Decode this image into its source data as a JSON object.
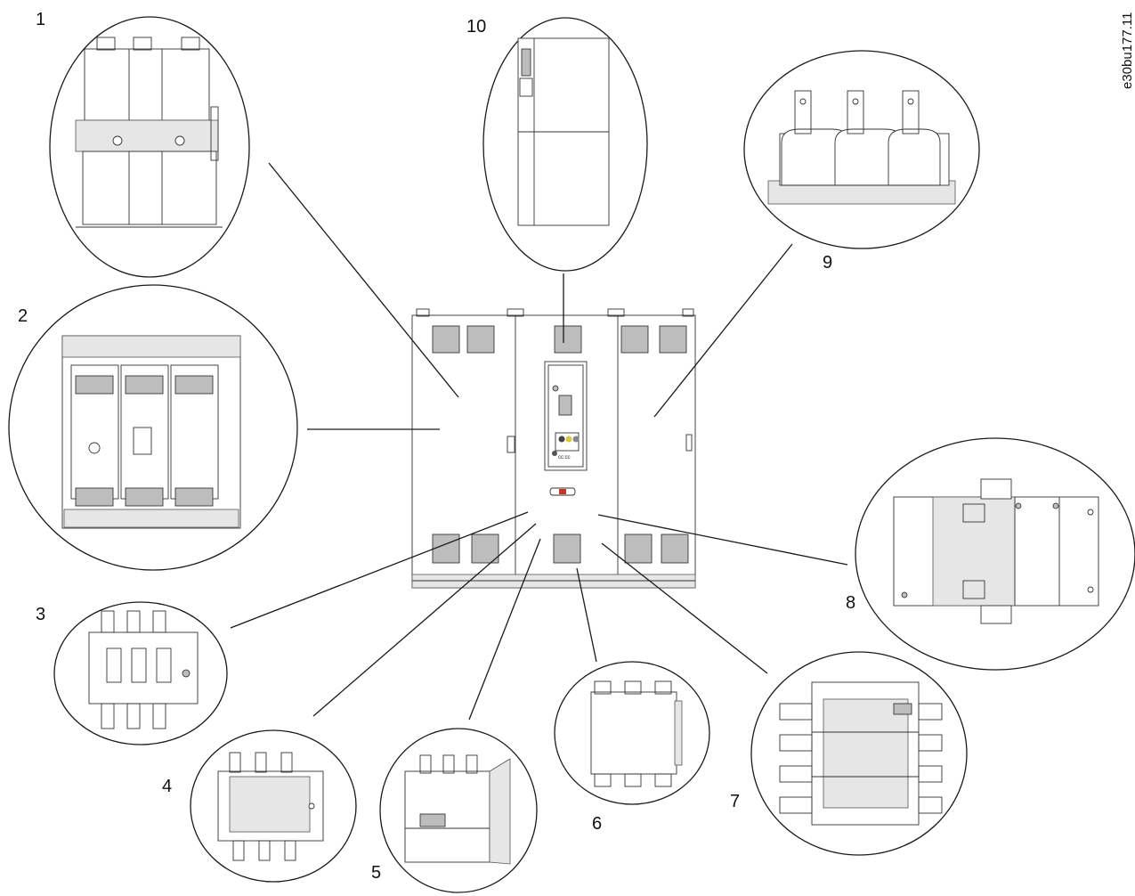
{
  "drawing_code": "e30bu177.11",
  "callouts": [
    {
      "id": 1,
      "label": "1"
    },
    {
      "id": 2,
      "label": "2"
    },
    {
      "id": 3,
      "label": "3"
    },
    {
      "id": 4,
      "label": "4"
    },
    {
      "id": 5,
      "label": "5"
    },
    {
      "id": 6,
      "label": "6"
    },
    {
      "id": 7,
      "label": "7"
    },
    {
      "id": 8,
      "label": "8"
    },
    {
      "id": 9,
      "label": "9"
    },
    {
      "id": 10,
      "label": "10"
    }
  ],
  "panel_tag": "cc:cc"
}
